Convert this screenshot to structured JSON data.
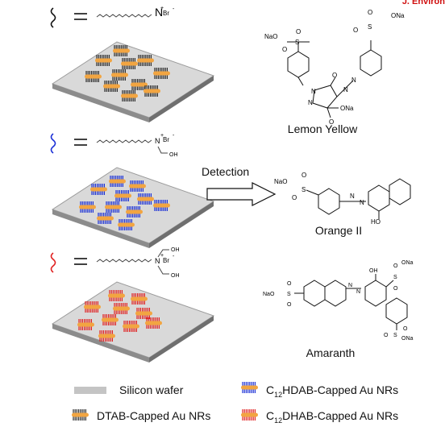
{
  "corner_text": "J. Environ",
  "surfactants": {
    "dtab": {
      "head": "N",
      "counter": "Br",
      "charge": "+",
      "minus": "-"
    },
    "c12hdab": {
      "head": "N",
      "counter": "Br",
      "charge": "+",
      "minus": "-",
      "oh": "OH"
    },
    "c12dhab": {
      "head": "N",
      "counter": "Br",
      "charge": "+",
      "minus": "-",
      "oh1": "OH",
      "oh2": "OH"
    }
  },
  "arrow_label": "Detection",
  "dyes": {
    "lemon_yellow": {
      "name": "Lemon Yellow",
      "labels": {
        "na1": "NaO",
        "s1": "S",
        "o1a": "O",
        "o1b": "O",
        "na2": "ONa",
        "s2": "S",
        "o2a": "O",
        "o2b": "O",
        "n1": "N",
        "n2": "N",
        "n3": "N",
        "n4": "N",
        "o3": "O",
        "o4": "O",
        "na3": "ONa"
      }
    },
    "orange_ii": {
      "name": "Orange II",
      "labels": {
        "na": "NaO",
        "s": "S",
        "oa": "O",
        "ob": "O",
        "n1": "N",
        "n2": "N",
        "ho": "HO"
      }
    },
    "amaranth": {
      "name": "Amaranth",
      "labels": {
        "na1": "NaO",
        "s1": "S",
        "o1a": "O",
        "o1b": "O",
        "n1": "N",
        "n2": "N",
        "oh": "OH",
        "s2": "S",
        "o2a": "O",
        "o2b": "O",
        "na2": "ONa",
        "s3": "S",
        "o3a": "O",
        "o3b": "O",
        "na3": "ONa"
      }
    }
  },
  "legend": {
    "silicon": "Silicon wafer",
    "dtab": "DTAB-Capped Au NRs",
    "c12hdab_prefix": "C",
    "c12hdab_sub": "12",
    "c12hdab_rest": "HDAB-Capped Au NRs",
    "c12dhab_prefix": "C",
    "c12dhab_sub": "12",
    "c12dhab_rest": "DHAB-Capped Au NRs"
  },
  "colors": {
    "rod": "#f2a541",
    "stripe_dtab": "#2b2b2b",
    "stripe_c12hdab": "#1a2fd6",
    "stripe_c12dhab": "#e02020",
    "wafer_top": "#d9d9d9",
    "wafer_side": "#8c8c8c",
    "chain_dtab": "#111111",
    "chain_c12hdab": "#1a2fd6",
    "chain_c12dhab": "#e02020"
  }
}
